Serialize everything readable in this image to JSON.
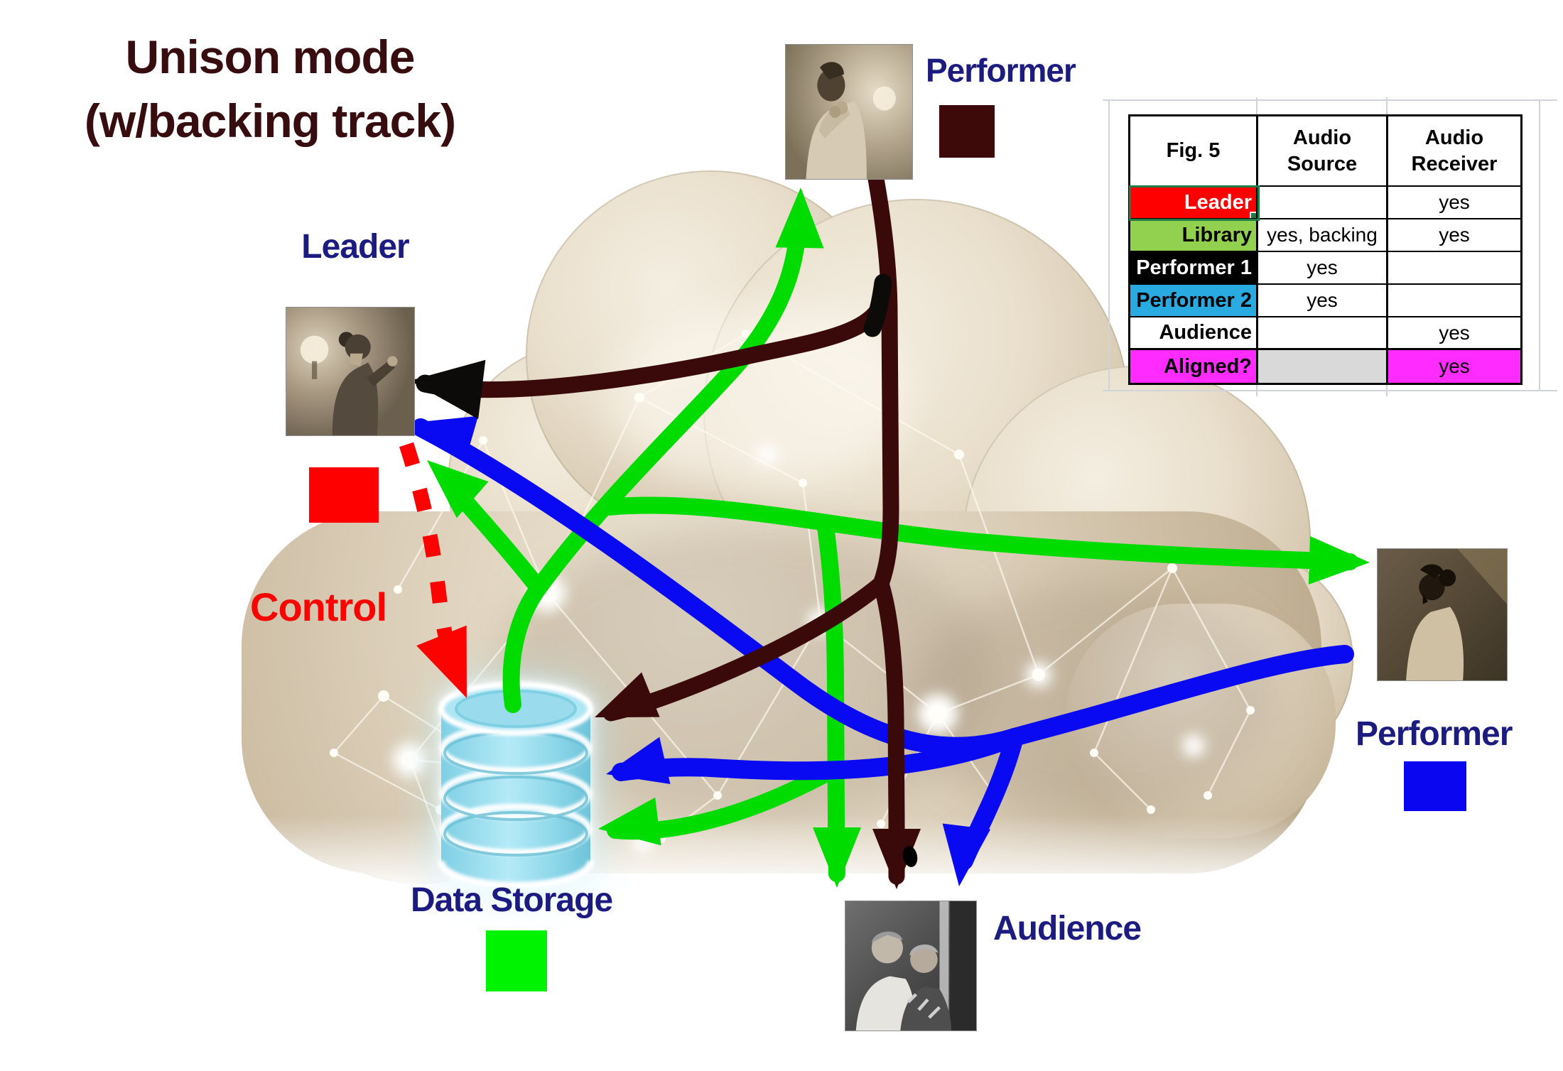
{
  "title": {
    "line1": "Unison mode",
    "line2": "(w/backing track)"
  },
  "control_label": "Control",
  "nodes": {
    "leader": {
      "label": "Leader",
      "legend_color": "#FF0000"
    },
    "performer_top": {
      "label": "Performer",
      "legend_color": "#3D0909"
    },
    "performer_right": {
      "label": "Performer",
      "legend_color": "#0A06EF"
    },
    "audience": {
      "label": "Audience"
    },
    "data_storage": {
      "label": "Data Storage",
      "legend_color": "#00F300"
    }
  },
  "flows": {
    "performer1_audio": {
      "color": "#3A0909"
    },
    "performer2_audio": {
      "color": "#0909F2"
    },
    "library_audio": {
      "color": "#00DC00"
    },
    "control": {
      "color": "#FA0300"
    }
  },
  "table": {
    "corner_label": "Fig. 5",
    "col_audio_source": "Audio Source",
    "col_audio_receiver": "Audio Receiver",
    "rows": [
      {
        "label": "Leader",
        "source": "",
        "receiver": "yes",
        "label_bg": "#FF0000",
        "label_fg": "#FFFFFF"
      },
      {
        "label": "Library",
        "source": "yes, backing",
        "receiver": "yes",
        "label_bg": "#92D050",
        "label_fg": "#000000"
      },
      {
        "label": "Performer 1",
        "source": "yes",
        "receiver": "",
        "label_bg": "#000000",
        "label_fg": "#FFFFFF"
      },
      {
        "label": "Performer 2",
        "source": "yes",
        "receiver": "",
        "label_bg": "#29ABE2",
        "label_fg": "#000000"
      },
      {
        "label": "Audience",
        "source": "",
        "receiver": "yes",
        "label_bg": "#FFFFFF",
        "label_fg": "#000000"
      },
      {
        "label": "Aligned?",
        "source": "",
        "receiver": "yes",
        "label_bg": "#FF2BFF",
        "label_fg": "#000000",
        "source_bg": "#D9D9D9",
        "receiver_bg": "#FF2BFF"
      }
    ]
  }
}
